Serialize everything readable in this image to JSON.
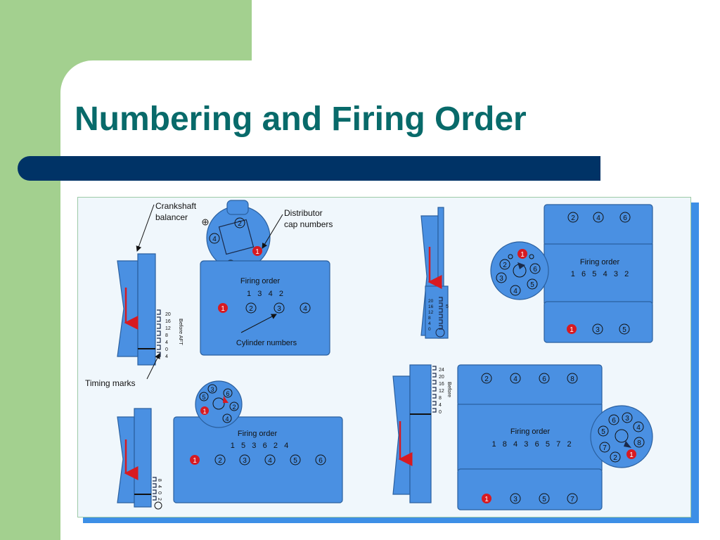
{
  "slide": {
    "title": "Numbering and Firing Order",
    "colors": {
      "green": "#a3d08f",
      "title_text": "#086a6a",
      "bar": "#003366",
      "figure_bg": "#f0f7fc",
      "block": "#4a90e2",
      "shadow": "#3d8fe6",
      "cylinder_one": "#d71a21"
    }
  },
  "figure": {
    "callouts": {
      "crankshaft_balancer": [
        "Crankshaft",
        "balancer"
      ],
      "distributor_cap_numbers": [
        "Distributor",
        "cap numbers"
      ],
      "cylinder_numbers": "Cylinder numbers",
      "timing_marks": "Timing marks"
    },
    "firing_order_label": "Firing order",
    "v4": {
      "firing_order": "1   3   4   2",
      "row": [
        "1",
        "2",
        "3",
        "4"
      ],
      "cap": [
        "2",
        "4",
        "3",
        "1"
      ],
      "scale": [
        "20",
        "16",
        "12",
        "8",
        "4",
        "0",
        "4"
      ],
      "scale_label": "Before AFT"
    },
    "i6": {
      "firing_order": "1   5   3   6   2   4",
      "row": [
        "1",
        "2",
        "3",
        "4",
        "5",
        "6"
      ],
      "cap": [
        "3",
        "6",
        "5",
        "2",
        "1",
        "4"
      ],
      "scale": [
        "8",
        "4",
        "0",
        "2"
      ]
    },
    "v6": {
      "firing_order": "1   6   5   4   3   2",
      "top_row": [
        "2",
        "4",
        "6"
      ],
      "bottom_row": [
        "1",
        "3",
        "5"
      ],
      "cap": [
        "1",
        "2",
        "6",
        "3",
        "5",
        "4"
      ],
      "scale": [
        "20",
        "16",
        "12",
        "8",
        "4",
        "0"
      ],
      "scale_extra": "5"
    },
    "v8": {
      "firing_order": "1   8   4   3   6   5   7   2",
      "top_row": [
        "2",
        "4",
        "6",
        "8"
      ],
      "bottom_row": [
        "1",
        "3",
        "5",
        "7"
      ],
      "cap": [
        "6",
        "3",
        "5",
        "4",
        "7",
        "8",
        "2",
        "1"
      ],
      "scale": [
        "24",
        "20",
        "16",
        "12",
        "8",
        "4",
        "0"
      ],
      "scale_label": "Before"
    }
  }
}
